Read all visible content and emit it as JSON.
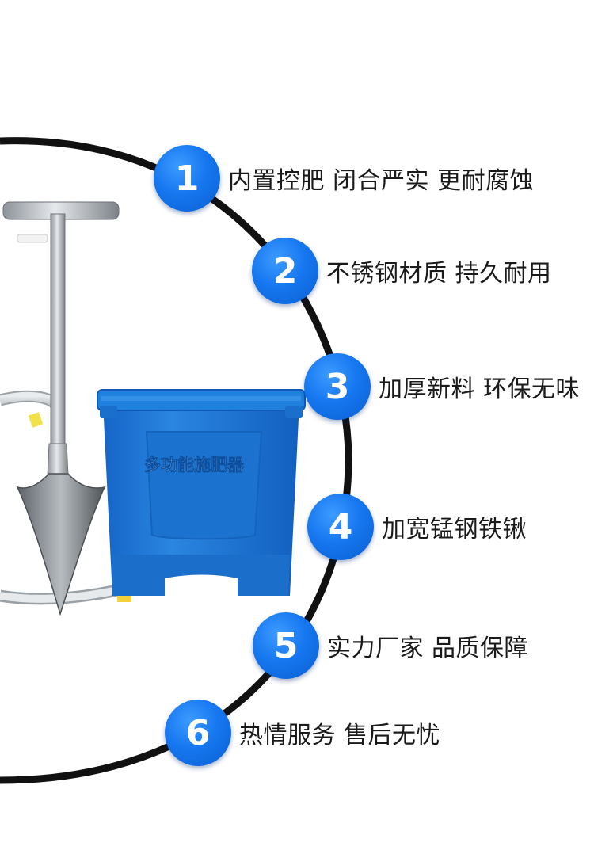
{
  "product": {
    "bucket_label": "多功能施肥器"
  },
  "features": [
    {
      "number": "1",
      "text": "内置控肥 闭合严实 更耐腐蚀"
    },
    {
      "number": "2",
      "text": "不锈钢材质 持久耐用"
    },
    {
      "number": "3",
      "text": "加厚新料 环保无味"
    },
    {
      "number": "4",
      "text": "加宽锰钢铁锹"
    },
    {
      "number": "5",
      "text": "实力厂家 品质保障"
    },
    {
      "number": "6",
      "text": "热情服务 售后无忧"
    }
  ],
  "colors": {
    "badge_blue": "#1677f0",
    "bucket_blue": "#1f78d1",
    "arc": "#111111",
    "text": "#1a1a1a"
  }
}
